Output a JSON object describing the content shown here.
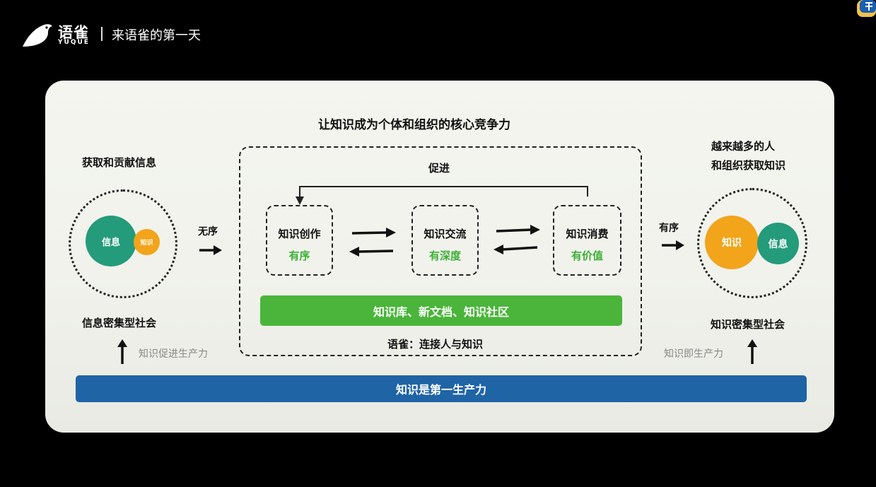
{
  "header": {
    "logo_text": "语雀",
    "logo_sub": "YUQUE",
    "title": "来语雀的第一天"
  },
  "diagram": {
    "main_title": "让知识成为个体和组织的核心竞争力",
    "left": {
      "heading": "获取和贡献信息",
      "big_bubble": "信息",
      "small_bubble": "知识",
      "caption": "信息密集型社会",
      "arrow_label": "无序",
      "bottom_note": "知识促进生产力"
    },
    "center": {
      "promote_label": "促进",
      "nodes": [
        {
          "title": "知识创作",
          "sub": "有序"
        },
        {
          "title": "知识交流",
          "sub": "有深度"
        },
        {
          "title": "知识消费",
          "sub": "有价值"
        }
      ],
      "green_bar": "知识库、新文档、知识社区",
      "caption": "语雀：连接人与知识"
    },
    "right": {
      "heading_line1": "越来越多的人",
      "heading_line2": "和组织获取知识",
      "big_bubble": "知识",
      "small_bubble": "信息",
      "caption": "知识密集型社会",
      "arrow_label": "有序",
      "bottom_note": "知识即生产力"
    },
    "blue_bar": "知识是第一生产力"
  },
  "colors": {
    "teal": "#249b7a",
    "orange": "#f2a41a",
    "green": "#4ab53a",
    "blue": "#1f64a5"
  }
}
